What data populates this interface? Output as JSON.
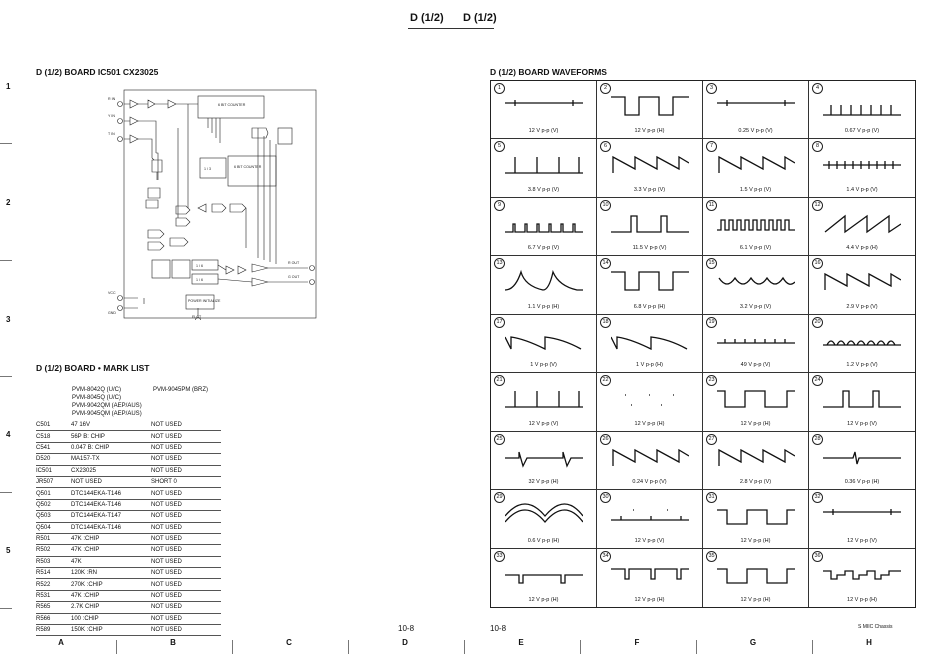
{
  "header": {
    "left": "D (1/2)",
    "right": "D (1/2)"
  },
  "schematic": {
    "title": "D (1/2) BOARD IC501 CX23025",
    "counter_top": "6 BIT COUNTER",
    "counter_mid": "6 BIT COUNTER",
    "divider": "1 / 3",
    "div_a": "1 / 6",
    "div_b": "1 / 6",
    "init": "POWER INITIALIZE",
    "pins": {
      "p1": "R IN",
      "p2": "Y IN",
      "p3": "T IN",
      "p10": "VCC",
      "p11": "GND",
      "p12": "ELCT",
      "p15": "R OUT",
      "p16": "G OUT"
    }
  },
  "mark_list": {
    "title": "D (1/2) BOARD • MARK LIST",
    "models_a": [
      "PVM-8042Q (U/C)",
      "PVM-8045Q (U/C)",
      "PVM-9042QM (AEP/AUS)",
      "PVM-9045QM (AEP/AUS)"
    ],
    "models_b": "PVM-9045PM (BRZ)",
    "rows": [
      [
        "C501",
        "47 16V",
        "NOT USED"
      ],
      [
        "C518",
        "56P B: CHIP",
        "NOT USED"
      ],
      [
        "C541",
        "0.047 B: CHIP",
        "NOT USED"
      ],
      [
        "D520",
        "MA157-TX",
        "NOT USED"
      ],
      [
        "IC501",
        "CX23025",
        "NOT USED"
      ],
      [
        "JR507",
        "NOT USED",
        "SHORT 0"
      ],
      [
        "Q501",
        "DTC144EKA-T146",
        "NOT USED"
      ],
      [
        "Q502",
        "DTC144EKA-T146",
        "NOT USED"
      ],
      [
        "Q503",
        "DTC144EKA-T147",
        "NOT USED"
      ],
      [
        "Q504",
        "DTC144EKA-T146",
        "NOT USED"
      ],
      [
        "R501",
        "47K :CHIP",
        "NOT USED"
      ],
      [
        "R502",
        "47K :CHIP",
        "NOT USED"
      ],
      [
        "R503",
        "47K",
        "NOT USED"
      ],
      [
        "R514",
        "120K :RN",
        "NOT USED"
      ],
      [
        "R522",
        "270K :CHIP",
        "NOT USED"
      ],
      [
        "R531",
        "47K :CHIP",
        "NOT USED"
      ],
      [
        "R565",
        "2.7K CHIP",
        "NOT USED"
      ],
      [
        "R566",
        "100 :CHIP",
        "NOT USED"
      ],
      [
        "R589",
        "150K :CHIP",
        "NOT USED"
      ]
    ]
  },
  "waveforms": {
    "title": "D (1/2) BOARD WAVEFORMS",
    "cells": [
      {
        "n": "1",
        "label": "12 V p-p (V)",
        "shape": "flatline"
      },
      {
        "n": "2",
        "label": "12 V p-p (H)",
        "shape": "wide-notch"
      },
      {
        "n": "3",
        "label": "0.25 V p-p (V)",
        "shape": "flatline"
      },
      {
        "n": "4",
        "label": "0.67 V p-p (V)",
        "shape": "spikes-up"
      },
      {
        "n": "5",
        "label": "3.8 V p-p (V)",
        "shape": "spikes-sparse"
      },
      {
        "n": "6",
        "label": "3.3 V p-p (V)",
        "shape": "sawtooth"
      },
      {
        "n": "7",
        "label": "1.5 V p-p (V)",
        "shape": "sawtooth"
      },
      {
        "n": "8",
        "label": "1.4 V p-p (V)",
        "shape": "comb"
      },
      {
        "n": "9",
        "label": "6.7 V p-p (V)",
        "shape": "pulses-small"
      },
      {
        "n": "10",
        "label": "11.5 V p-p (V)",
        "shape": "pulse-pair"
      },
      {
        "n": "11",
        "label": "6.1 V p-p (V)",
        "shape": "square-train"
      },
      {
        "n": "12",
        "label": "4.4 V p-p (H)",
        "shape": "ramp-up"
      },
      {
        "n": "13",
        "label": "1.1 V p-p (H)",
        "shape": "decay"
      },
      {
        "n": "14",
        "label": "6.8 V p-p (H)",
        "shape": "wide-notch"
      },
      {
        "n": "15",
        "label": "3.2 V p-p (V)",
        "shape": "arcs"
      },
      {
        "n": "16",
        "label": "2.9 V p-p (V)",
        "shape": "sawtooth"
      },
      {
        "n": "17",
        "label": "1 V p-p (V)",
        "shape": "decay-saw"
      },
      {
        "n": "18",
        "label": "1 V p-p (H)",
        "shape": "decay-saw"
      },
      {
        "n": "19",
        "label": "49 V p-p (V)",
        "shape": "comb-small"
      },
      {
        "n": "20",
        "label": "1.2 V p-p (V)",
        "shape": "scallop"
      },
      {
        "n": "21",
        "label": "12 V p-p (V)",
        "shape": "spikes-sparse"
      },
      {
        "n": "22",
        "label": "12 V p-p (H)",
        "shape": "dots"
      },
      {
        "n": "23",
        "label": "12 V p-p (H)",
        "shape": "wide-notch-low"
      },
      {
        "n": "24",
        "label": "12 V p-p (V)",
        "shape": "pulse-pair"
      },
      {
        "n": "25",
        "label": "32 V p-p (H)",
        "shape": "glitch"
      },
      {
        "n": "26",
        "label": "0.24 V p-p (V)",
        "shape": "sawtooth"
      },
      {
        "n": "27",
        "label": "2.8 V p-p (V)",
        "shape": "sawtooth"
      },
      {
        "n": "28",
        "label": "0.36 V p-p (H)",
        "shape": "glitch-small"
      },
      {
        "n": "29",
        "label": "0.6 V p-p (H)",
        "shape": "arches"
      },
      {
        "n": "30",
        "label": "12 V p-p (V)",
        "shape": "dots-line"
      },
      {
        "n": "31",
        "label": "12 V p-p (H)",
        "shape": "square-wide"
      },
      {
        "n": "32",
        "label": "12 V p-p (V)",
        "shape": "flatline"
      },
      {
        "n": "33",
        "label": "12 V p-p (H)",
        "shape": "pulse-pair-low"
      },
      {
        "n": "34",
        "label": "12 V p-p (H)",
        "shape": "notches"
      },
      {
        "n": "35",
        "label": "12 V p-p (H)",
        "shape": "square-wide"
      },
      {
        "n": "36",
        "label": "12 V p-p (H)",
        "shape": "stair"
      }
    ]
  },
  "page": {
    "left_no": "10-8",
    "right_no": "10-8",
    "chassis": "S MIIC Chassis"
  },
  "rows": [
    "1",
    "2",
    "3",
    "4",
    "5"
  ],
  "cols": [
    "A",
    "B",
    "C",
    "D",
    "E",
    "F",
    "G",
    "H"
  ]
}
